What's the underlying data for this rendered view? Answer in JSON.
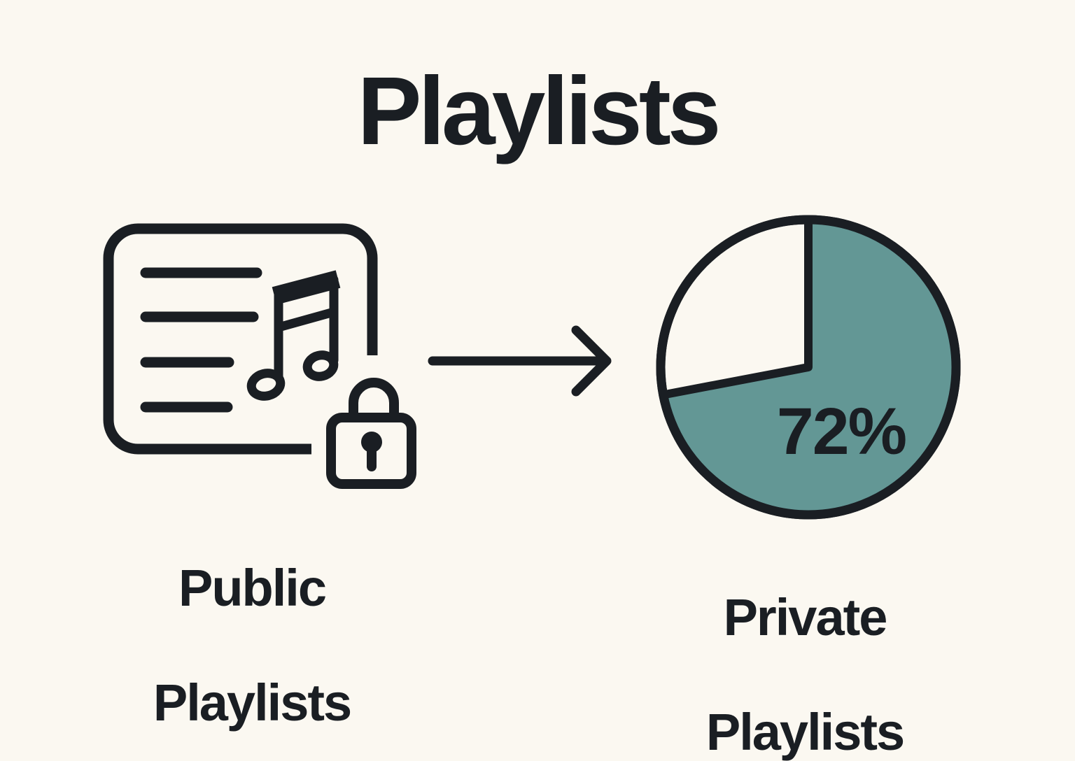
{
  "title": "Playlists",
  "colors": {
    "bg": "#fbf8f1",
    "ink": "#1a1e23",
    "teal": "#639795",
    "white_slice": "#fdfdfa"
  },
  "left_figure": {
    "icon": "playlist-music-lock-icon",
    "label_lines": [
      "Public",
      "Playlists"
    ]
  },
  "connector": {
    "icon": "right-arrow-icon"
  },
  "right_figure": {
    "icon": "pie-chart",
    "label_lines": [
      "Private",
      "Playlists"
    ]
  },
  "chart_data": {
    "type": "pie",
    "title": "Playlists",
    "start_angle_deg": 0,
    "direction": "clockwise",
    "legend_position": "none",
    "slices": [
      {
        "label": "Private Playlists",
        "value": 72,
        "color": "#639795"
      },
      {
        "label": "Public Playlists (remainder)",
        "value": 28,
        "color": "#fdfdfa"
      }
    ],
    "value_label": "72%"
  }
}
